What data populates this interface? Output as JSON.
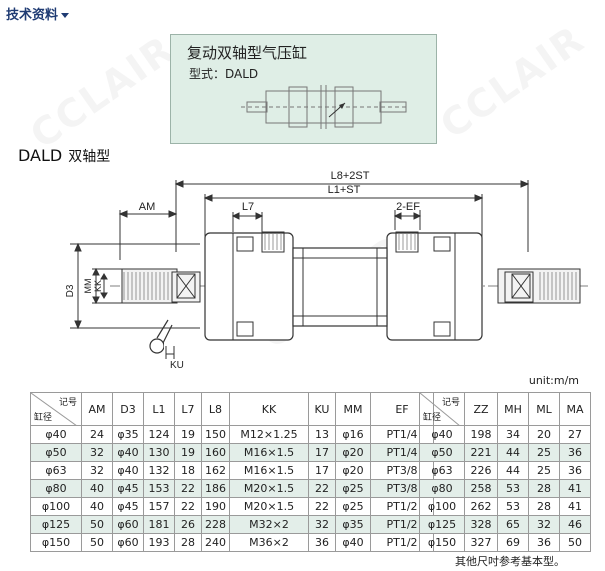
{
  "header": {
    "title": "技术资料"
  },
  "titlebox": {
    "title": "复动双轴型气压缸",
    "model": "型式：DALD"
  },
  "section": {
    "code": "DALD",
    "name": "双轴型"
  },
  "dims": {
    "l8_2st": "L8+2ST",
    "l1_st": "L1+ST",
    "am": "AM",
    "l7": "L7",
    "ef2": "2-EF",
    "d3": "D3",
    "mm": "MM",
    "kk": "KK",
    "ku": "KU"
  },
  "watermark": "CCLAIR",
  "unit": "unit:m/m",
  "table_main": {
    "corner_top": "记号",
    "corner_bottom": "缸径",
    "headers": [
      "AM",
      "D3",
      "L1",
      "L7",
      "L8",
      "KK",
      "KU",
      "MM",
      "EF"
    ],
    "rows": [
      [
        "φ40",
        "24",
        "φ35",
        "124",
        "19",
        "150",
        "M12×1.25",
        "13",
        "φ16",
        "PT1/4"
      ],
      [
        "φ50",
        "32",
        "φ40",
        "130",
        "19",
        "160",
        "M16×1.5",
        "17",
        "φ20",
        "PT1/4"
      ],
      [
        "φ63",
        "32",
        "φ40",
        "132",
        "18",
        "162",
        "M16×1.5",
        "17",
        "φ20",
        "PT3/8"
      ],
      [
        "φ80",
        "40",
        "φ45",
        "153",
        "22",
        "186",
        "M20×1.5",
        "22",
        "φ25",
        "PT3/8"
      ],
      [
        "φ100",
        "40",
        "φ45",
        "157",
        "22",
        "190",
        "M20×1.5",
        "22",
        "φ25",
        "PT1/2"
      ],
      [
        "φ125",
        "50",
        "φ60",
        "181",
        "26",
        "228",
        "M32×2",
        "32",
        "φ35",
        "PT1/2"
      ],
      [
        "φ150",
        "50",
        "φ60",
        "193",
        "28",
        "240",
        "M36×2",
        "36",
        "φ40",
        "PT1/2"
      ]
    ]
  },
  "table_side": {
    "corner_top": "记号",
    "corner_bottom": "缸径",
    "headers": [
      "ZZ",
      "MH",
      "ML",
      "MA"
    ],
    "rows": [
      [
        "φ40",
        "198",
        "34",
        "20",
        "27"
      ],
      [
        "φ50",
        "221",
        "44",
        "25",
        "36"
      ],
      [
        "φ63",
        "226",
        "44",
        "25",
        "36"
      ],
      [
        "φ80",
        "258",
        "53",
        "28",
        "41"
      ],
      [
        "φ100",
        "262",
        "53",
        "28",
        "41"
      ],
      [
        "φ125",
        "328",
        "65",
        "32",
        "46"
      ],
      [
        "φ150",
        "327",
        "69",
        "36",
        "50"
      ]
    ]
  },
  "footnote": "其他尺吋参考基本型。"
}
